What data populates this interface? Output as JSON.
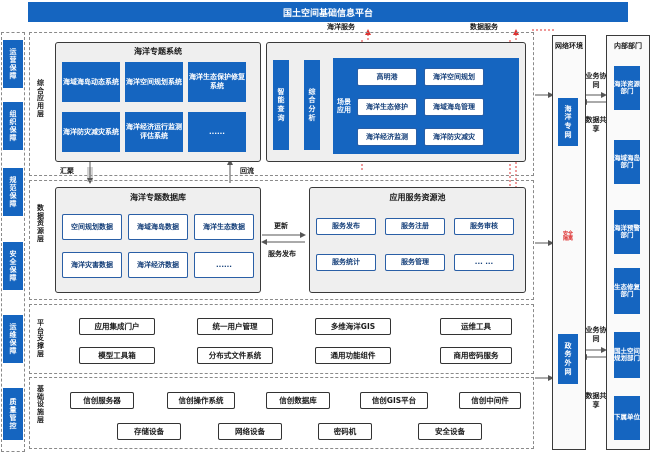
{
  "header": {
    "title": "国土空间基础信息平台"
  },
  "left_rail": [
    "运营保障",
    "组织保障",
    "规范保障",
    "安全保障",
    "运维保障",
    "质量管控"
  ],
  "layers": {
    "app": {
      "label": "综合应用层",
      "ocean_system": {
        "title": "海洋专题系统",
        "items": [
          "海域海岛动态系统",
          "海洋空间规划系统",
          "海洋生态保护修复系统",
          "海洋防灾减灾系统",
          "海洋经济运行监测评估系统",
          "......"
        ]
      },
      "side_cols": [
        "智能查询",
        "综合分析"
      ],
      "scene_label": "场景应用",
      "scene_items": [
        "高明港",
        "海洋空间规划",
        "海洋生态修护",
        "海域海岛管理",
        "海洋经济监测",
        "海洋防灾减灾"
      ]
    },
    "data": {
      "label": "数据资源层",
      "ocean_db": {
        "title": "海洋专题数据库",
        "items": [
          "空间规划数据",
          "海域海岛数据",
          "海洋生态数据",
          "海洋灾害数据",
          "海洋经济数据",
          "......"
        ]
      },
      "service_pool": {
        "title": "应用服务资源池",
        "items": [
          "服务发布",
          "服务注册",
          "服务审核",
          "服务统计",
          "服务管理",
          "... ..."
        ]
      }
    },
    "platform": {
      "label": "平台支撑层",
      "row1": [
        "应用集成门户",
        "统一用户管理",
        "多维海洋GIS",
        "运维工具"
      ],
      "row2": [
        "模型工具箱",
        "分布式文件系统",
        "通用功能组件",
        "商用密码服务"
      ]
    },
    "infra": {
      "label": "基础设施层",
      "row1": [
        "信创服务器",
        "信创操作系统",
        "信创数据库",
        "信创GIS平台",
        "信创中间件"
      ],
      "row2": [
        "存储设备",
        "网络设备",
        "密码机",
        "安全设备"
      ]
    }
  },
  "flows": {
    "summary": "汇聚",
    "feedback": "回流",
    "update": "更新",
    "publish": "服务发布",
    "ocean_service": "海洋服务",
    "data_service": "数据服务"
  },
  "network": {
    "label": "网络环境",
    "top_box": "海洋专网",
    "bottom_box": "政务外网",
    "middle_mark": "安全隔离",
    "collab_label": "业务协同",
    "share_label": "数据共享"
  },
  "internal": {
    "title": "内部部门",
    "items": [
      "海洋资源部门",
      "海域海岛部门",
      "海洋预警部门",
      "生态修复部门",
      "国土空间规划部门",
      "下属单位"
    ]
  }
}
